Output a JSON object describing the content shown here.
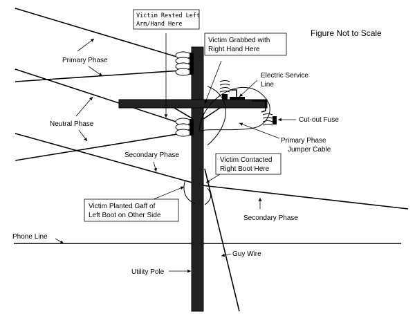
{
  "figure_note": "Figure Not to Scale",
  "labels": {
    "victim_rested_1": "Victim Rested Left",
    "victim_rested_2": "Arm/Hand Here",
    "victim_grabbed_1": "Victim Grabbed with",
    "victim_grabbed_2": "Right Hand Here",
    "electric_service_1": "Electric Service",
    "electric_service_2": "Line",
    "primary_phase_top": "Primary Phase",
    "cutout_fuse": "Cut-out Fuse",
    "neutral_phase": "Neutral Phase",
    "primary_jumper_1": "Primary Phase",
    "primary_jumper_2": "Jumper Cable",
    "secondary_phase_left": "Secondary Phase",
    "victim_contacted_1": "Victim Contacted",
    "victim_contacted_2": "Right Boot Here",
    "victim_planted_1": "Victim Planted Gaff of",
    "victim_planted_2": "Left Boot on Other Side",
    "secondary_phase_right": "Secondary Phase",
    "phone_line": "Phone Line",
    "guy_wire": "Guy Wire",
    "utility_pole": "Utility Pole"
  }
}
